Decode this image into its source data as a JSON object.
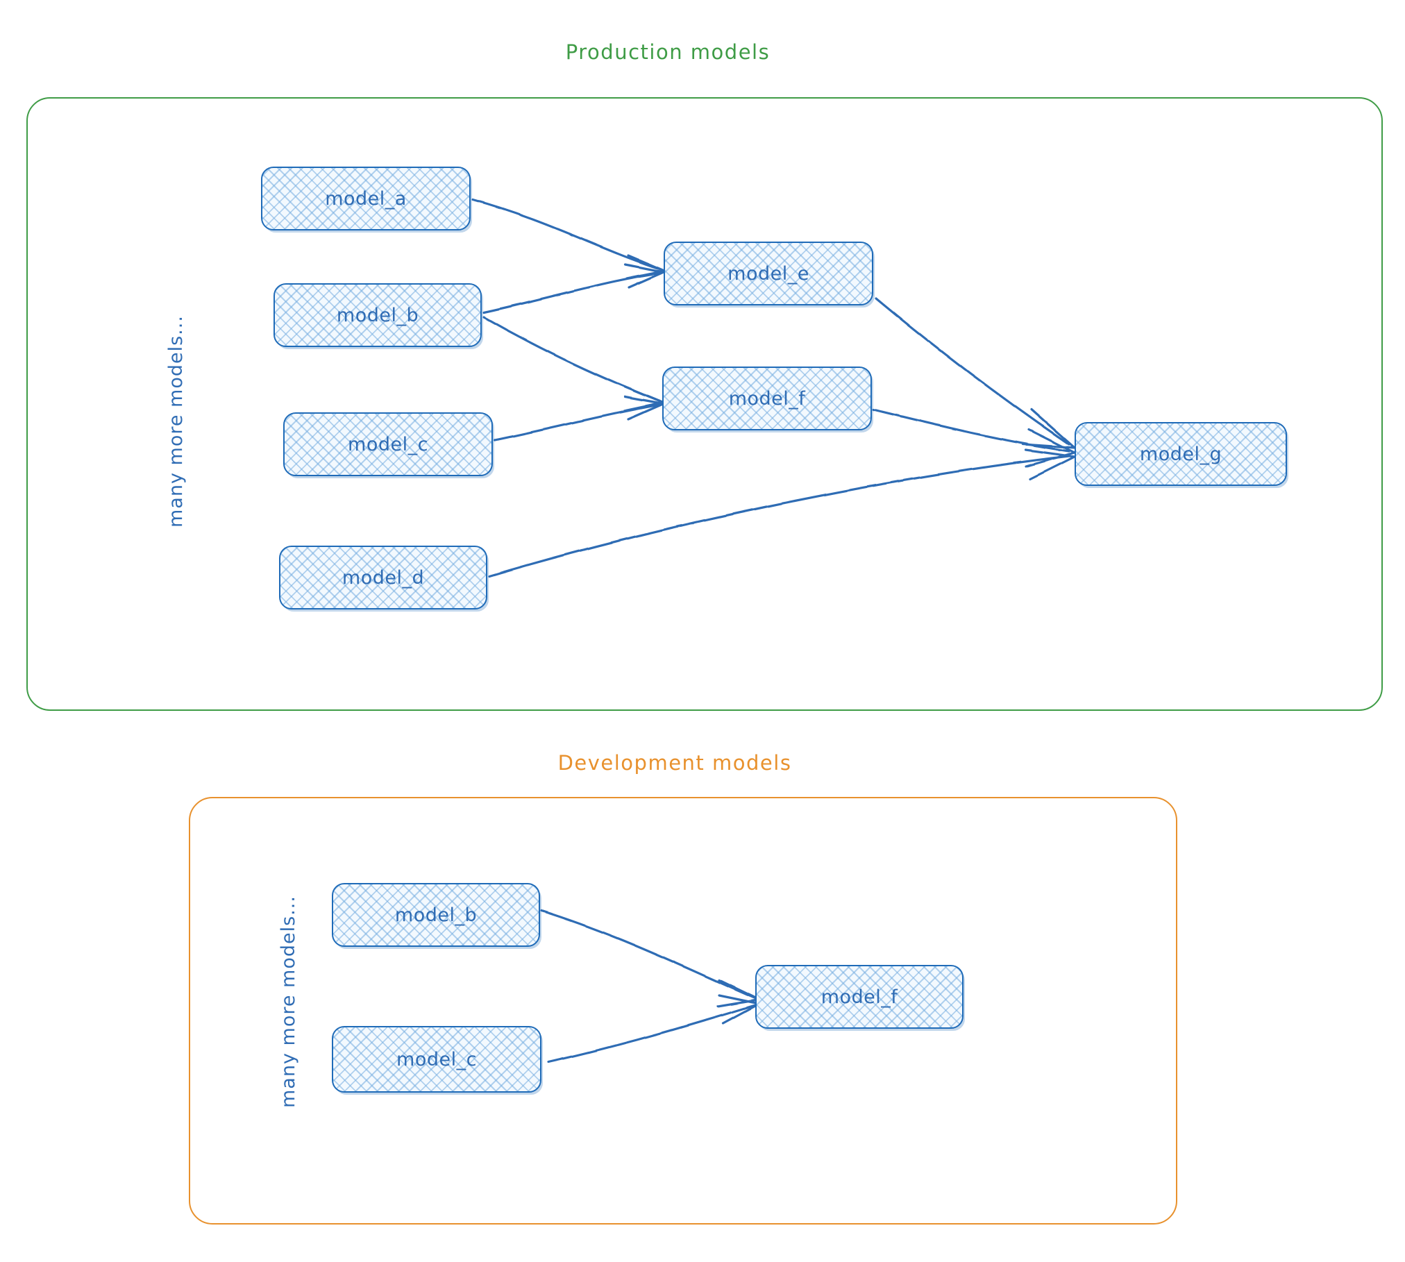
{
  "diagram": {
    "type": "dag",
    "style": "hand-drawn",
    "colors": {
      "production_border": "#3f9c46",
      "development_border": "#e8912d",
      "node_stroke": "#1f6bb8",
      "node_text": "#2f6cb4",
      "node_hatch": "#78afe0",
      "arrow": "#2f6cb4",
      "background": "#ffffff"
    },
    "groups": [
      {
        "id": "production",
        "title": "Production models",
        "title_color": "#3f9c46",
        "side_label": "many more models...",
        "nodes": [
          {
            "id": "prod_model_a",
            "label": "model_a"
          },
          {
            "id": "prod_model_b",
            "label": "model_b"
          },
          {
            "id": "prod_model_c",
            "label": "model_c"
          },
          {
            "id": "prod_model_d",
            "label": "model_d"
          },
          {
            "id": "prod_model_e",
            "label": "model_e"
          },
          {
            "id": "prod_model_f",
            "label": "model_f"
          },
          {
            "id": "prod_model_g",
            "label": "model_g"
          }
        ],
        "edges": [
          {
            "from": "model_a",
            "to": "model_e"
          },
          {
            "from": "model_b",
            "to": "model_e"
          },
          {
            "from": "model_b",
            "to": "model_f"
          },
          {
            "from": "model_c",
            "to": "model_f"
          },
          {
            "from": "model_e",
            "to": "model_g"
          },
          {
            "from": "model_f",
            "to": "model_g"
          },
          {
            "from": "model_d",
            "to": "model_g"
          }
        ]
      },
      {
        "id": "development",
        "title": "Development models",
        "title_color": "#e8912d",
        "side_label": "many more models...",
        "nodes": [
          {
            "id": "dev_model_b",
            "label": "model_b"
          },
          {
            "id": "dev_model_c",
            "label": "model_c"
          },
          {
            "id": "dev_model_f",
            "label": "model_f"
          }
        ],
        "edges": [
          {
            "from": "model_b",
            "to": "model_f"
          },
          {
            "from": "model_c",
            "to": "model_f"
          }
        ]
      }
    ]
  }
}
